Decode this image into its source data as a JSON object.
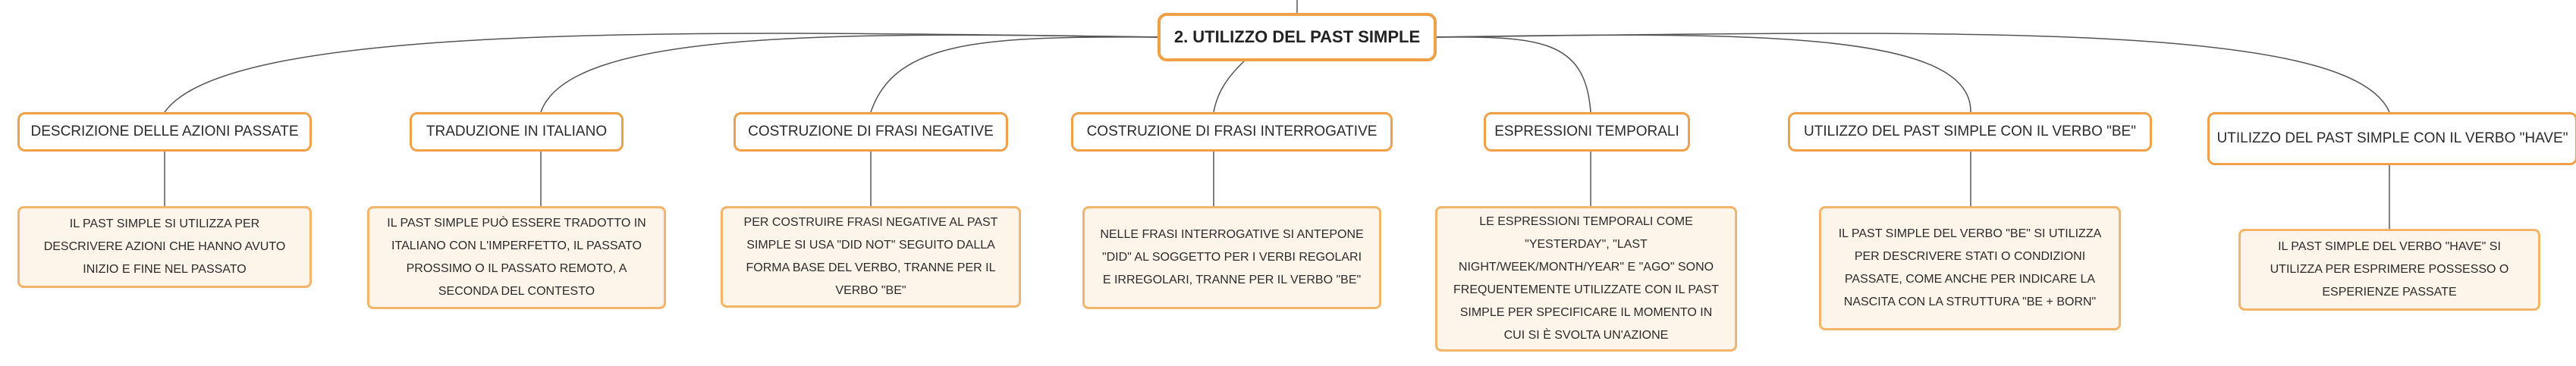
{
  "root": {
    "label": "2. UTILIZZO DEL PAST SIMPLE"
  },
  "topics": [
    {
      "label": "DESCRIZIONE DELLE AZIONI PASSATE",
      "detail": "IL PAST SIMPLE SI UTILIZZA PER DESCRIVERE AZIONI CHE HANNO AVUTO INIZIO E FINE NEL PASSATO"
    },
    {
      "label": "TRADUZIONE IN ITALIANO",
      "detail": "IL PAST SIMPLE PUÒ ESSERE TRADOTTO IN ITALIANO CON L'IMPERFETTO, IL PASSATO PROSSIMO O IL PASSATO REMOTO, A SECONDA DEL CONTESTO"
    },
    {
      "label": "COSTRUZIONE DI FRASI NEGATIVE",
      "detail": "PER COSTRUIRE FRASI NEGATIVE AL PAST SIMPLE SI USA \"DID NOT\" SEGUITO DALLA FORMA BASE DEL VERBO, TRANNE PER IL VERBO \"BE\""
    },
    {
      "label": "COSTRUZIONE DI FRASI INTERROGATIVE",
      "detail": "NELLE FRASI INTERROGATIVE SI ANTEPONE \"DID\" AL SOGGETTO PER I VERBI REGOLARI E IRREGOLARI, TRANNE PER IL VERBO \"BE\""
    },
    {
      "label": "ESPRESSIONI TEMPORALI",
      "detail": "LE ESPRESSIONI TEMPORALI COME \"YESTERDAY\", \"LAST NIGHT/WEEK/MONTH/YEAR\" E \"AGO\" SONO FREQUENTEMENTE UTILIZZATE CON IL PAST SIMPLE PER SPECIFICARE IL MOMENTO IN CUI SI È SVOLTA UN'AZIONE"
    },
    {
      "label": "UTILIZZO DEL PAST SIMPLE CON IL VERBO \"BE\"",
      "detail": "IL PAST SIMPLE DEL VERBO \"BE\" SI UTILIZZA PER DESCRIVERE STATI O CONDIZIONI PASSATE, COME ANCHE PER INDICARE LA NASCITA CON LA STRUTTURA \"BE + BORN\""
    },
    {
      "label": "UTILIZZO DEL PAST SIMPLE CON IL VERBO \"HAVE\"",
      "detail": "IL PAST SIMPLE DEL VERBO \"HAVE\" SI UTILIZZA PER ESPRIMERE POSSESSO O ESPERIENZE PASSATE"
    }
  ],
  "colors": {
    "border": "#f0a046",
    "detail_background": "#fdf4ea",
    "connector": "#555555"
  }
}
